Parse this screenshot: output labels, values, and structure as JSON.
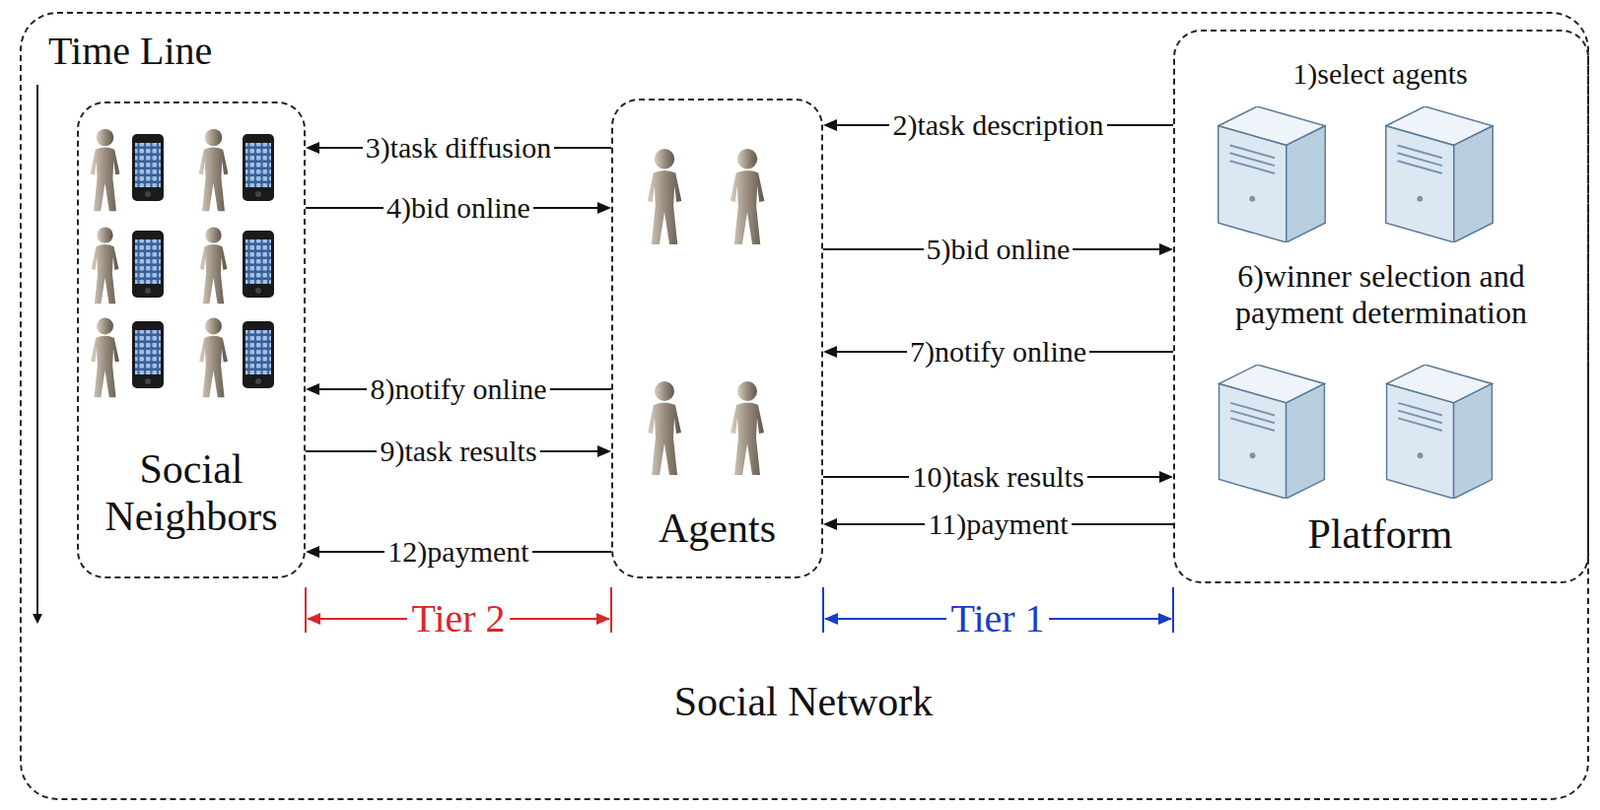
{
  "diagram": {
    "nodes": [
      {
        "text": [
          "Social Network"
        ]
      },
      {
        "text": [
          "Social Neighbors"
        ],
        "in": 0
      },
      {
        "text": [
          "Agents"
        ],
        "in": 0
      },
      {
        "text": [
          "1)select agents",
          "6)winner selection and payment determination",
          "Platform"
        ],
        "in": 0
      }
    ],
    "edges": [
      {
        "from": 3,
        "to": 2,
        "label": "2)task description",
        "arrow": "to"
      },
      {
        "from": 2,
        "to": 1,
        "label": "3)task diffusion",
        "arrow": "to"
      },
      {
        "from": 1,
        "to": 2,
        "label": "4)bid online",
        "arrow": "to"
      },
      {
        "from": 2,
        "to": 3,
        "label": "5)bid online",
        "arrow": "to"
      },
      {
        "from": 3,
        "to": 2,
        "label": "7)notify online",
        "arrow": "to"
      },
      {
        "from": 2,
        "to": 1,
        "label": "8)notify online",
        "arrow": "to"
      },
      {
        "from": 1,
        "to": 2,
        "label": "9)task results",
        "arrow": "to"
      },
      {
        "from": 2,
        "to": 3,
        "label": "10)task results",
        "arrow": "to"
      },
      {
        "from": 3,
        "to": 2,
        "label": "11)payment",
        "arrow": "to"
      },
      {
        "from": 2,
        "to": 1,
        "label": "12)payment",
        "arrow": "to"
      }
    ],
    "labels": [
      "Time Line",
      "Tier 2",
      "Tier 1"
    ]
  }
}
